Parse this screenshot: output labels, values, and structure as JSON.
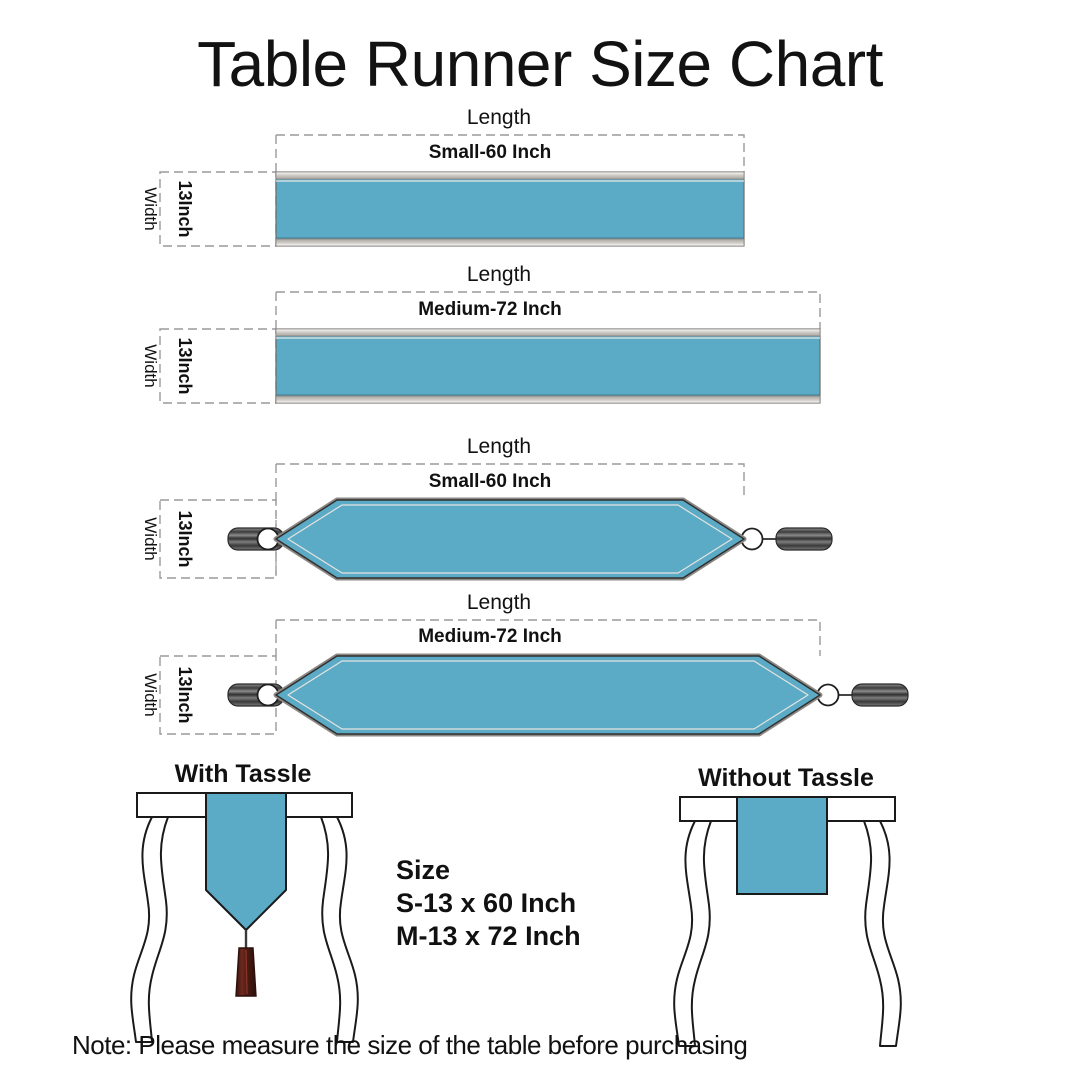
{
  "title": "Table Runner Size Chart",
  "colors": {
    "fabric_blue": "#5BABC6",
    "outline": "#1a1a1a",
    "hem_gray": "#b7b3ae",
    "dash_gray": "#9a9a9a",
    "tassel_dark": "#4a4a4a",
    "tassel_maroon": "#5e2118",
    "background": "#ffffff"
  },
  "labels": {
    "length": "Length",
    "width": "Width",
    "width_value": "13Inch"
  },
  "diagrams": [
    {
      "id": "runner-small-plain",
      "length_label": "Length",
      "size_label": "Small-60 Inch",
      "width_label": "Width",
      "width_value": "13Inch",
      "shape": "rectangle",
      "tassels": false
    },
    {
      "id": "runner-medium-plain",
      "length_label": "Length",
      "size_label": "Medium-72 Inch",
      "width_label": "Width",
      "width_value": "13Inch",
      "shape": "rectangle",
      "tassels": false
    },
    {
      "id": "runner-small-tassel",
      "length_label": "Length",
      "size_label": "Small-60 Inch",
      "width_label": "Width",
      "width_value": "13Inch",
      "shape": "pointed",
      "tassels": true
    },
    {
      "id": "runner-medium-tassel",
      "length_label": "Length",
      "size_label": "Medium-72 Inch",
      "width_label": "Width",
      "width_value": "13Inch",
      "shape": "pointed",
      "tassels": true
    }
  ],
  "tables": {
    "with_tassle": {
      "caption": "With Tassle"
    },
    "without_tassle": {
      "caption": "Without Tassle"
    }
  },
  "size_block": {
    "heading": "Size",
    "lines": [
      "S-13 x 60 Inch",
      "M-13 x 72 Inch"
    ]
  },
  "note": {
    "prefix": "Note:",
    "text": "Please measure the size of the table before purchasing",
    "full": "Note:  Please measure the size of the table before purchasing"
  },
  "chart_data": {
    "type": "table",
    "title": "Table Runner Size Chart",
    "columns": [
      "Size",
      "Width (Inch)",
      "Length (Inch)"
    ],
    "rows": [
      [
        "S",
        13,
        60
      ],
      [
        "M",
        13,
        72
      ]
    ],
    "variants": [
      "With Tassle",
      "Without Tassle"
    ],
    "note": "Please measure the size of the table before purchasing"
  }
}
